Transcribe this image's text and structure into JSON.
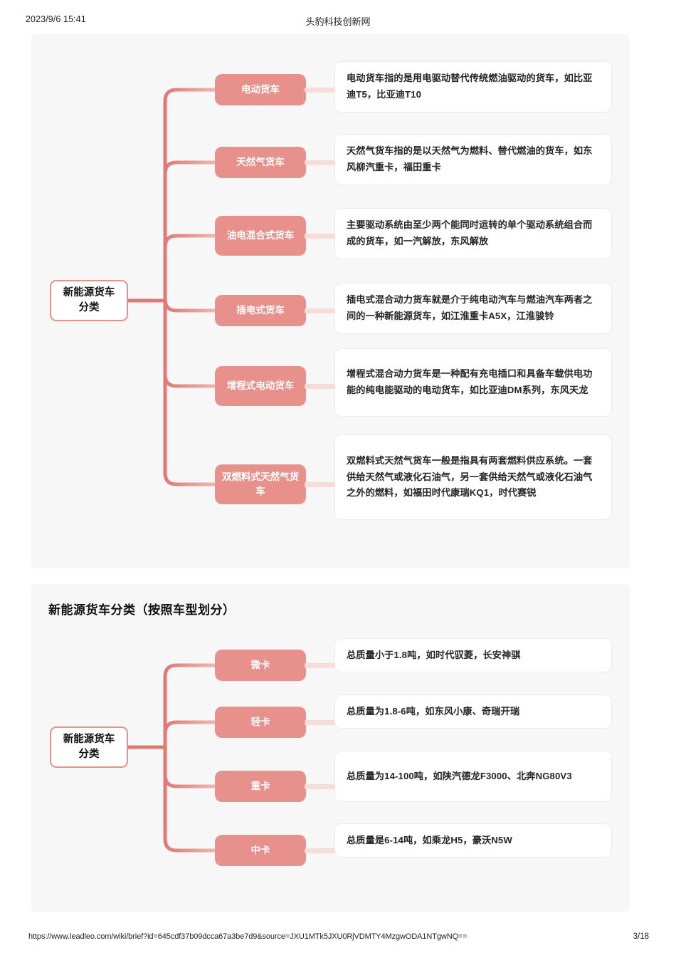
{
  "header": {
    "date": "2023/9/6 15:41",
    "site": "头豹科技创新网"
  },
  "footer": {
    "url": "https://www.leadleo.com/wiki/brief?id=645cdf37b09dcca67a3be7d9&source=JXU1MTk5JXU0RjVDMTY4MzgwODA1NTgwNQ==",
    "page": "3/18"
  },
  "section1": {
    "root": "新能源货车\n分类",
    "nodes": [
      {
        "label": "电动货车",
        "desc": "电动货车指的是用电驱动替代传统燃油驱动的货车，如比亚迪T5，比亚迪T10"
      },
      {
        "label": "天然气货车",
        "desc": "天然气货车指的是以天然气为燃料、替代燃油的货车，如东风柳汽重卡，福田重卡"
      },
      {
        "label": "油电混合式货车",
        "desc": "主要驱动系统由至少两个能同时运转的单个驱动系统组合而成的货车，如一汽解放，东风解放"
      },
      {
        "label": "插电式货车",
        "desc": "插电式混合动力货车就是介于纯电动汽车与燃油汽车两者之间的一种新能源货车，如江淮重卡A5X，江淮骏铃"
      },
      {
        "label": "增程式电动货车",
        "desc": "增程式混合动力货车是一种配有充电插口和具备车载供电功能的纯电能驱动的电动货车，如比亚迪DM系列，东风天龙"
      },
      {
        "label": "双燃料式天然气货车",
        "desc": "双燃料式天然气货车一般是指具有两套燃料供应系统。一套供给天然气或液化石油气，另一套供给天然气或液化石油气之外的燃料，如福田时代康瑞KQ1，时代赛锐"
      }
    ]
  },
  "section2": {
    "title": "新能源货车分类（按照车型划分）",
    "root": "新能源货车\n分类",
    "nodes": [
      {
        "label": "微卡",
        "desc": "总质量小于1.8吨，如时代驭菱，长安神骐"
      },
      {
        "label": "轻卡",
        "desc": "总质量为1.8-6吨，如东风小康、奇瑞开瑞"
      },
      {
        "label": "重卡",
        "desc": "总质量为14-100吨，如陕汽德龙F3000、北奔NG80V3"
      },
      {
        "label": "中卡",
        "desc": "总质量是6-14吨，如乘龙H5，豪沃N5W"
      }
    ]
  },
  "colors": {
    "node_fill": "#e8918c",
    "connector": "#e07a75",
    "stub": "#f7dcd9",
    "panel_bg": "#f7f7f7",
    "card_bg": "#ffffff"
  }
}
